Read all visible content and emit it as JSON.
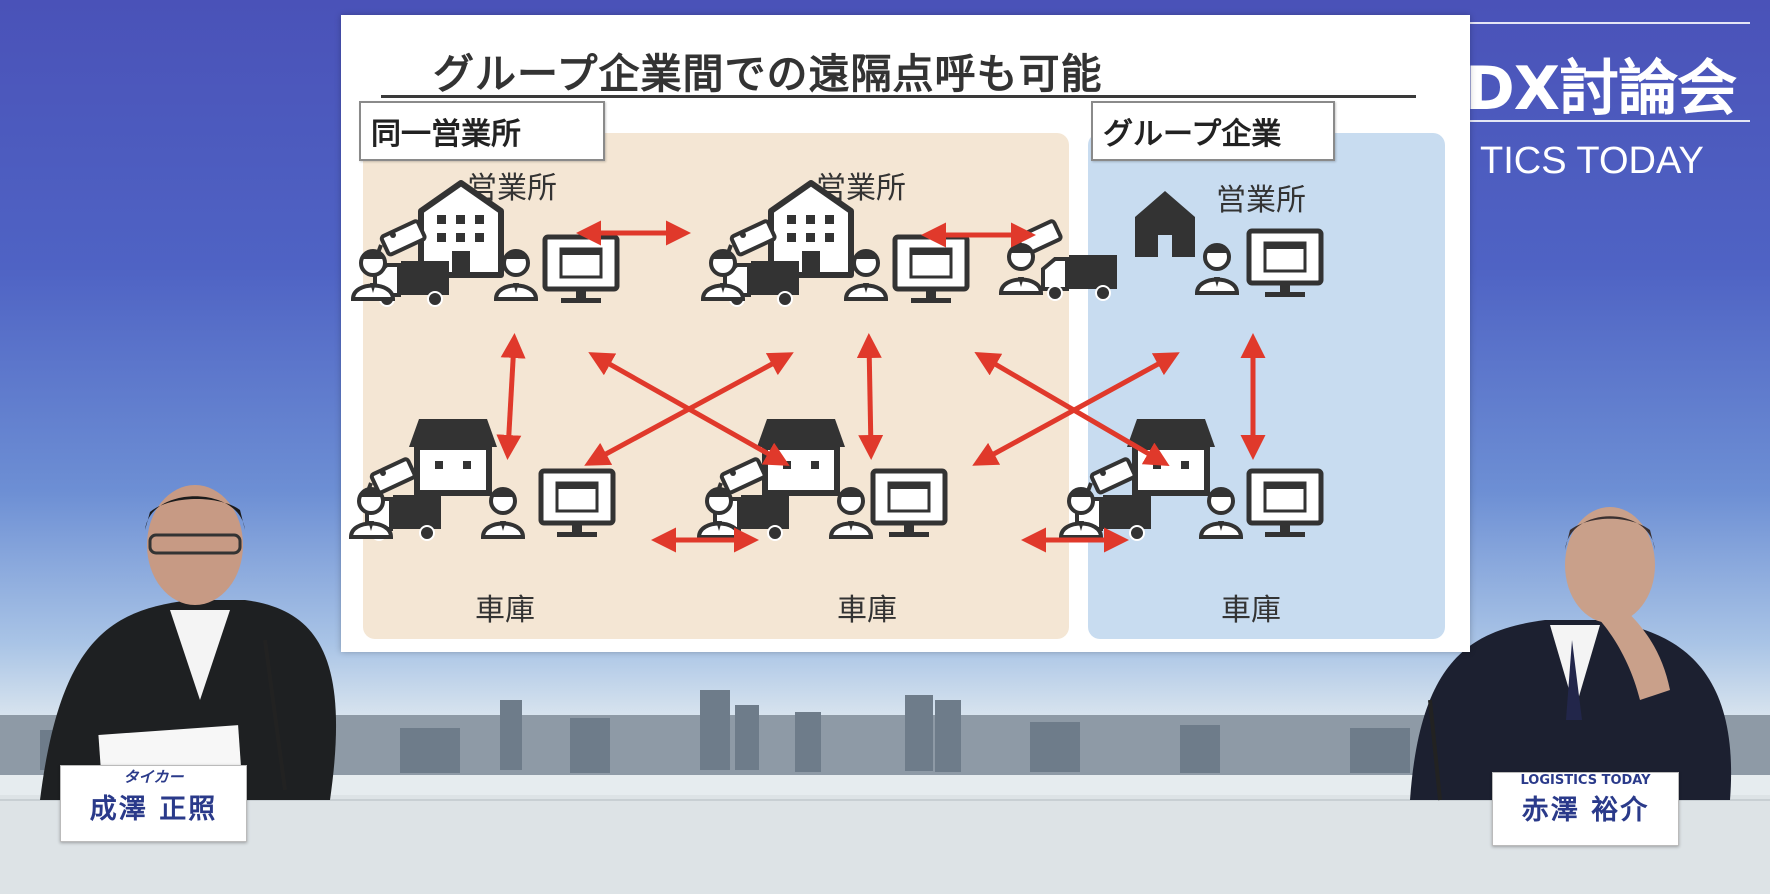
{
  "slide": {
    "title": "グループ企業間での遠隔点呼も可能",
    "region_same_label": "同一営業所",
    "region_group_label": "グループ企業",
    "nodes": [
      {
        "label": "営業所"
      },
      {
        "label": "営業所"
      },
      {
        "label": "営業所"
      },
      {
        "label": "車庫"
      },
      {
        "label": "車庫"
      },
      {
        "label": "車庫"
      }
    ]
  },
  "background": {
    "title": "DX討論会",
    "subtitle": "TICS TODAY"
  },
  "nameplates": {
    "left": {
      "company": "タイカー",
      "name": "成澤 正照"
    },
    "right": {
      "company": "LOGISTICS TODAY",
      "name": "赤澤 裕介"
    }
  },
  "colors": {
    "arrow": "#e0392b",
    "icon": "#333333",
    "same_office_region": "#f4e6d4",
    "group_region": "#c8dcf0"
  }
}
